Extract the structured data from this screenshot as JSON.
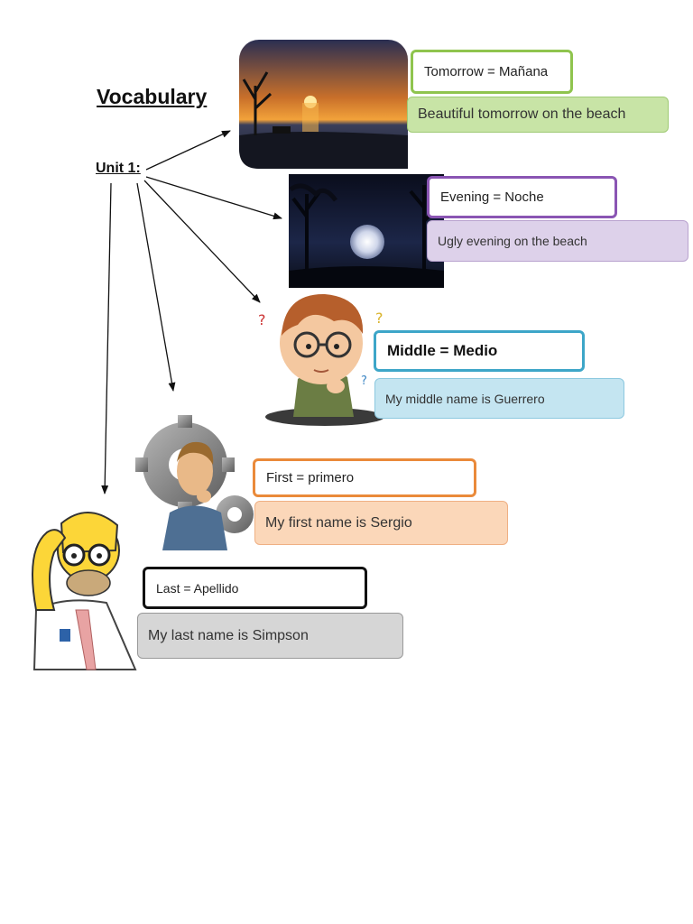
{
  "title": "Vocabulary",
  "unit_label": "Unit 1:",
  "entries": [
    {
      "term": "Tomorrow =  Mañana",
      "sentence": "Beautiful tomorrow on the beach",
      "border": "#8fc44e",
      "fill": "#c8e4a6"
    },
    {
      "term": "Evening = Noche",
      "sentence": "Ugly  evening on the beach",
      "border": "#8a55b3",
      "fill": "#ddd1ea"
    },
    {
      "term": "Middle = Medio",
      "sentence": "My middle name is Guerrero",
      "border": "#3da6c8",
      "fill": "#c4e5f1"
    },
    {
      "term": "First =  primero",
      "sentence": "My first name is Sergio",
      "border": "#ea8a3a",
      "fill": "#fbd7b9"
    },
    {
      "term": "Last = Apellido",
      "sentence": "My last name is Simpson",
      "border": "#111111",
      "fill": "#d6d6d6"
    }
  ]
}
